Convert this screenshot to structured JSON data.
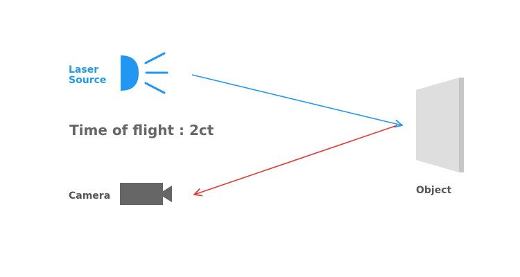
{
  "labels": {
    "laser_line1": "Laser",
    "laser_line2": "Source",
    "time_of_flight": "Time of flight : 2ct",
    "camera": "Camera",
    "object": "Object"
  },
  "icons": {
    "laser": "laser-source-icon",
    "camera": "video-camera-icon",
    "object": "object-panel"
  },
  "colors": {
    "emitted_ray": "#2196f3",
    "reflected_ray": "#e53935",
    "laser_label": "#1e9be9",
    "text_gray": "#666666",
    "camera_fill": "#666666",
    "object_front": "#dedede",
    "object_side": "#c6c6c6"
  }
}
